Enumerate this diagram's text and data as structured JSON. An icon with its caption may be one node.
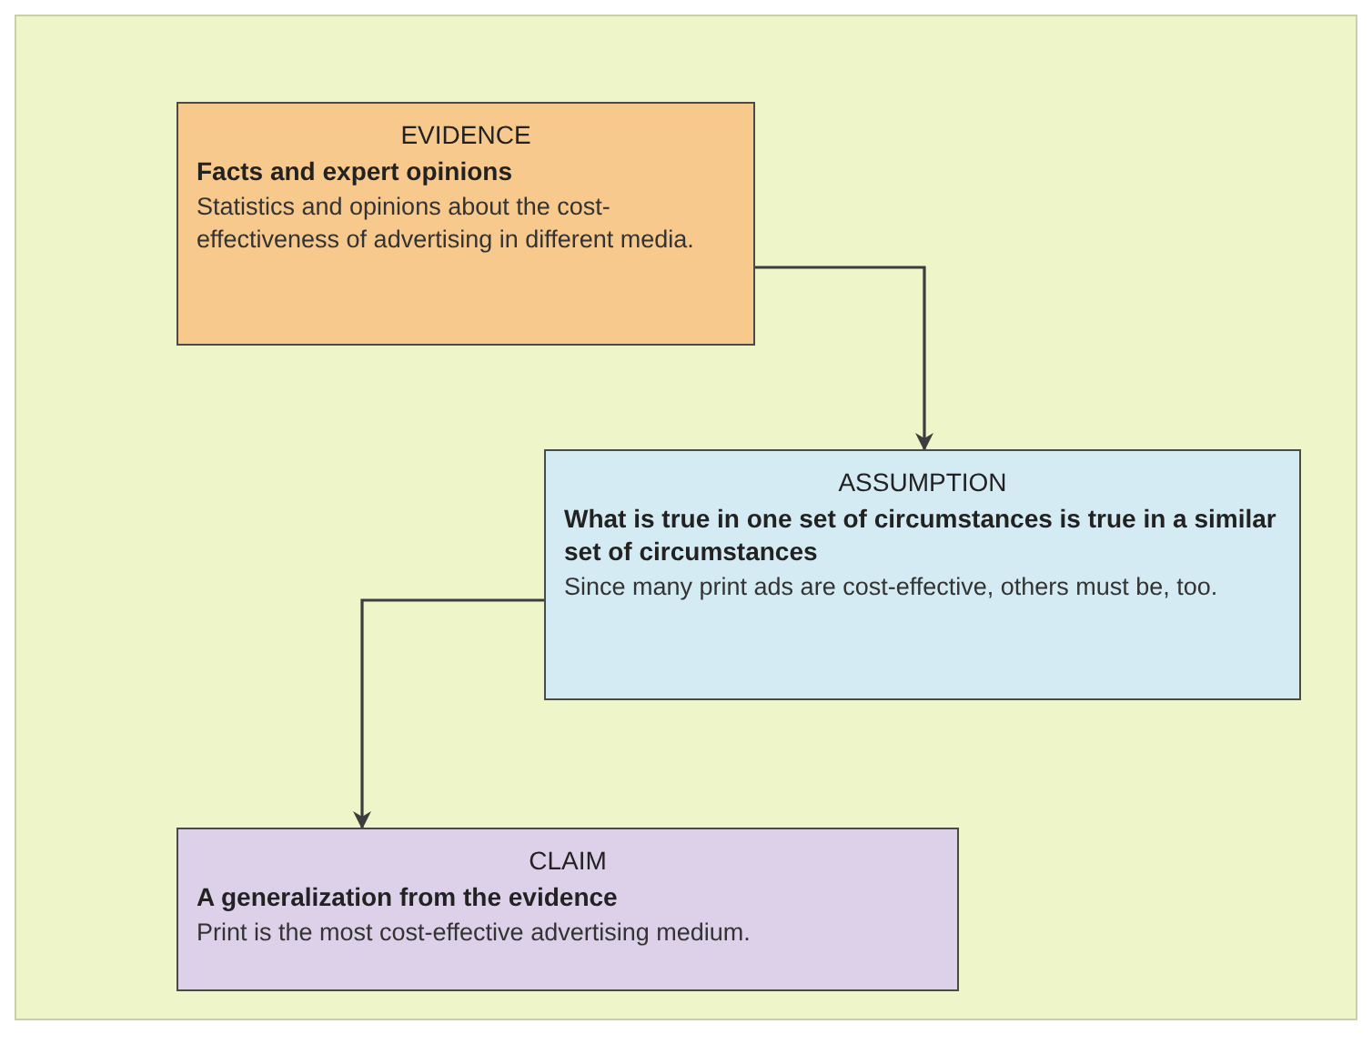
{
  "diagram": {
    "nodes": [
      {
        "text": [
          "EVIDENCE",
          "Facts and expert opinions",
          "Statistics and opinions about the cost-effectiveness of advertising in different media."
        ]
      },
      {
        "text": [
          "ASSUMPTION",
          "What is true in one set of circumstances is true in a similar set of circumstances",
          "Since many print ads are cost-effective, others must be, too."
        ]
      },
      {
        "text": [
          "CLAIM",
          "A generalization from the evidence",
          "Print is the most cost-effective advertising medium."
        ]
      }
    ],
    "edges": [
      {
        "from": 0,
        "to": 1,
        "arrow": "to"
      },
      {
        "from": 1,
        "to": 2,
        "arrow": "to"
      }
    ]
  }
}
